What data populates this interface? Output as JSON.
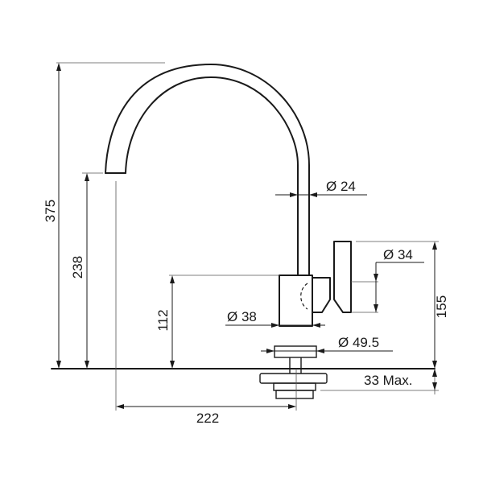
{
  "dimensions": {
    "total_height": "375",
    "spout_height": "238",
    "lever_height": "112",
    "handle_height": "155",
    "reach": "222",
    "diameter_spout": "Ø 24",
    "diameter_handle": "Ø 34",
    "diameter_body": "Ø 38",
    "diameter_base": "Ø 49.5",
    "deck_thickness": "33 Max."
  }
}
